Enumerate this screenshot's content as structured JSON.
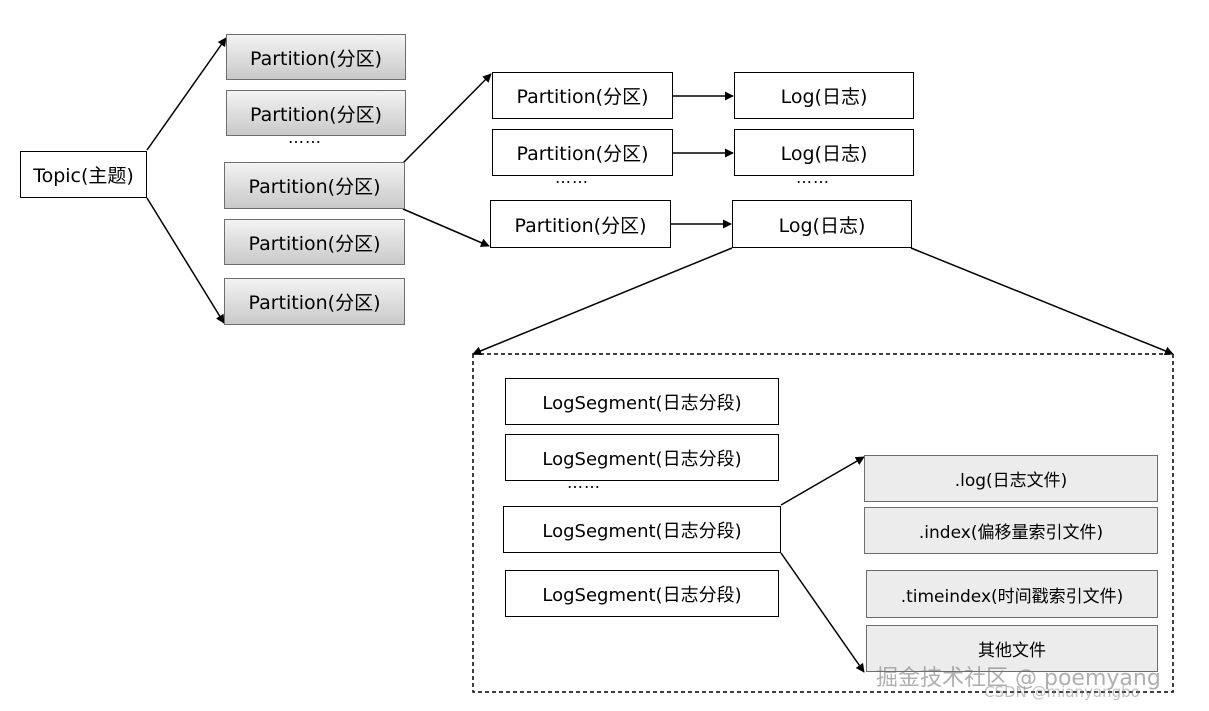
{
  "topic": {
    "label": "Topic(主题)"
  },
  "left_partitions": [
    {
      "label": "Partition(分区)"
    },
    {
      "label": "Partition(分区)"
    },
    {
      "label": "Partition(分区)"
    },
    {
      "label": "Partition(分区)"
    },
    {
      "label": "Partition(分区)"
    }
  ],
  "ellipsis": "……",
  "mid_partitions": [
    {
      "label": "Partition(分区)"
    },
    {
      "label": "Partition(分区)"
    },
    {
      "label": "Partition(分区)"
    }
  ],
  "logs": [
    {
      "label": "Log(日志)"
    },
    {
      "label": "Log(日志)"
    },
    {
      "label": "Log(日志)"
    }
  ],
  "segments": [
    {
      "label": "LogSegment(日志分段)"
    },
    {
      "label": "LogSegment(日志分段)"
    },
    {
      "label": "LogSegment(日志分段)"
    },
    {
      "label": "LogSegment(日志分段)"
    }
  ],
  "files": [
    {
      "label": ".log(日志文件)"
    },
    {
      "label": ".index(偏移量索引文件)"
    },
    {
      "label": ".timeindex(时间戳索引文件)"
    },
    {
      "label": "其他文件"
    }
  ],
  "watermark": {
    "main": "掘金技术社区 @ poemyang",
    "sub": "CSDN @mianyangbo"
  }
}
